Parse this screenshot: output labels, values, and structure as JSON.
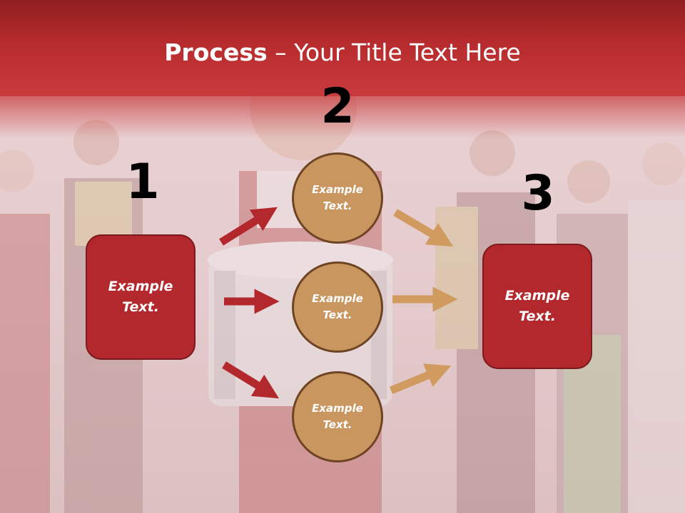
{
  "slide": {
    "title_bold": "Process",
    "title_rest": " – Your Title Text Here"
  },
  "steps": [
    {
      "number": "1",
      "text": "Example Text."
    },
    {
      "number": "2",
      "text": "Example Text."
    },
    {
      "number": "3",
      "text": "Example Text."
    }
  ],
  "circles": [
    {
      "text": "Example Text."
    },
    {
      "text": "Example Text."
    },
    {
      "text": "Example Text."
    }
  ],
  "colors": {
    "header": "#b52a2c",
    "box_fill": "#b3282c",
    "circle_fill": "#c99660",
    "arrow_red": "#b3282c",
    "arrow_tan": "#d19a5f"
  }
}
